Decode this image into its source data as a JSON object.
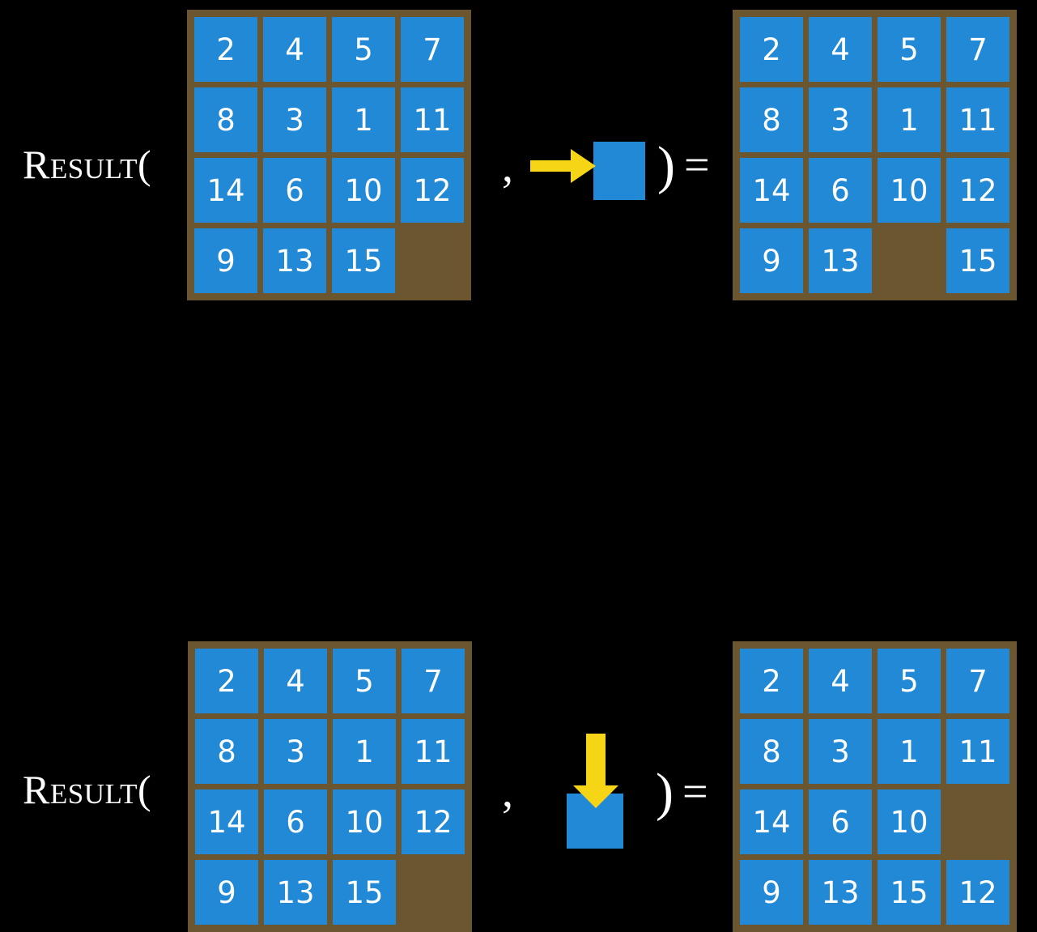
{
  "colors": {
    "background": "#000000",
    "board_frame": "#6b5630",
    "tile": "#2289d6",
    "tile_text": "#ffffff",
    "arrow": "#f5d516",
    "text": "#ffffff"
  },
  "rows": [
    {
      "id": "row-top",
      "label": "Result(",
      "comma": ",",
      "close_paren": ")",
      "equals": "=",
      "move": {
        "icon": "arrow-right-icon",
        "direction": "right",
        "description": "blank tile moves right"
      },
      "input_board": {
        "name": "input-board-top",
        "tiles": [
          [
            "2",
            "4",
            "5",
            "7"
          ],
          [
            "8",
            "3",
            "1",
            "11"
          ],
          [
            "14",
            "6",
            "10",
            "12"
          ],
          [
            "9",
            "13",
            "15",
            ""
          ]
        ]
      },
      "output_board": {
        "name": "output-board-top",
        "tiles": [
          [
            "2",
            "4",
            "5",
            "7"
          ],
          [
            "8",
            "3",
            "1",
            "11"
          ],
          [
            "14",
            "6",
            "10",
            "12"
          ],
          [
            "9",
            "13",
            "",
            "15"
          ]
        ]
      }
    },
    {
      "id": "row-bottom",
      "label": "Result(",
      "comma": ",",
      "close_paren": ")",
      "equals": "=",
      "move": {
        "icon": "arrow-down-icon",
        "direction": "down",
        "description": "blank tile moves down"
      },
      "input_board": {
        "name": "input-board-bottom",
        "tiles": [
          [
            "2",
            "4",
            "5",
            "7"
          ],
          [
            "8",
            "3",
            "1",
            "11"
          ],
          [
            "14",
            "6",
            "10",
            "12"
          ],
          [
            "9",
            "13",
            "15",
            ""
          ]
        ]
      },
      "output_board": {
        "name": "output-board-bottom",
        "tiles": [
          [
            "2",
            "4",
            "5",
            "7"
          ],
          [
            "8",
            "3",
            "1",
            "11"
          ],
          [
            "14",
            "6",
            "10",
            ""
          ],
          [
            "9",
            "13",
            "15",
            "12"
          ]
        ]
      }
    }
  ]
}
